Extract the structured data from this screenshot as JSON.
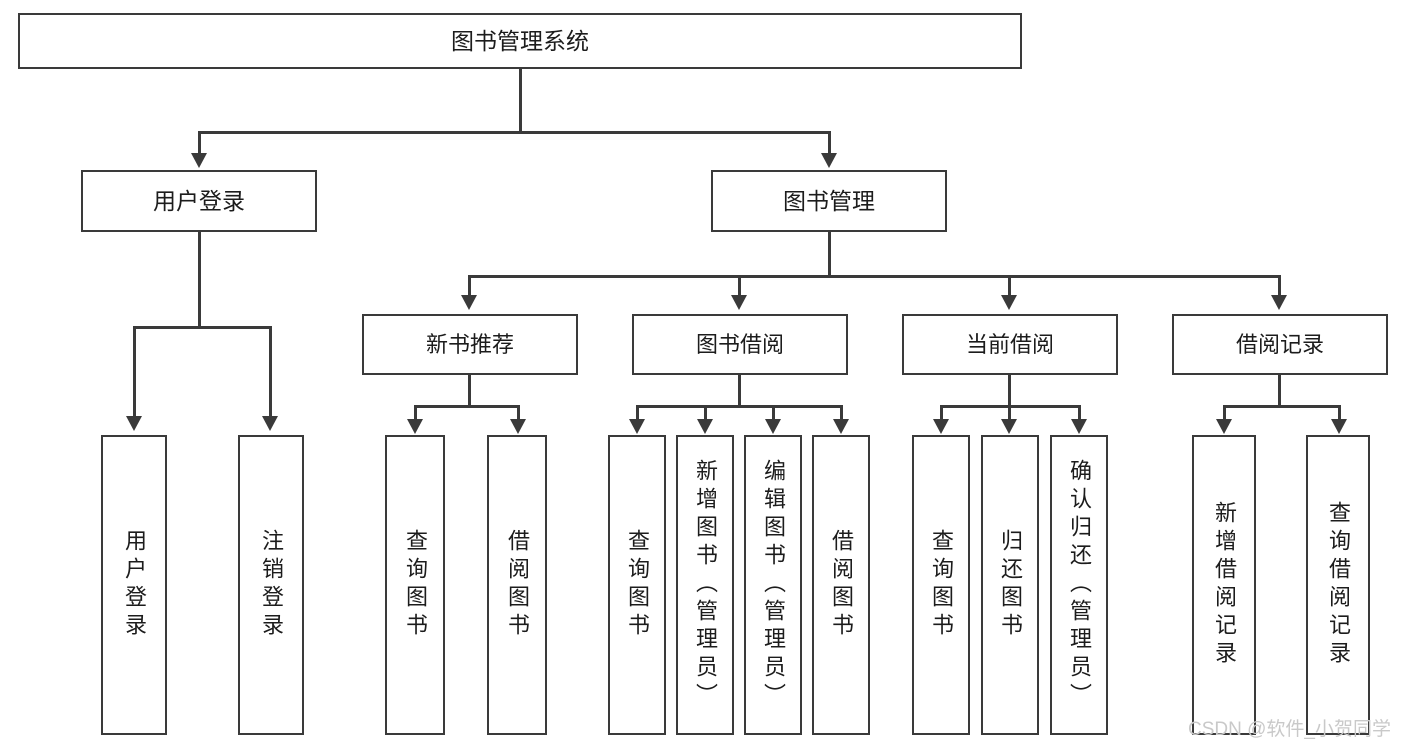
{
  "diagram": {
    "title": "图书管理系统",
    "root": {
      "label": "图书管理系统"
    },
    "level2": [
      {
        "label": "用户登录"
      },
      {
        "label": "图书管理"
      }
    ],
    "level3": [
      {
        "label": "新书推荐"
      },
      {
        "label": "图书借阅"
      },
      {
        "label": "当前借阅"
      },
      {
        "label": "借阅记录"
      }
    ],
    "leaves": {
      "user_login": [
        {
          "label": "用户登录"
        },
        {
          "label": "注销登录"
        }
      ],
      "new_book_recommend": [
        {
          "label": "查询图书"
        },
        {
          "label": "借阅图书"
        }
      ],
      "book_borrow": [
        {
          "label": "查询图书"
        },
        {
          "label": "新增图书（管理员）"
        },
        {
          "label": "编辑图书（管理员）"
        },
        {
          "label": "借阅图书"
        }
      ],
      "current_borrow": [
        {
          "label": "查询图书"
        },
        {
          "label": "归还图书"
        },
        {
          "label": "确认归还（管理员）"
        }
      ],
      "borrow_record": [
        {
          "label": "新增借阅记录"
        },
        {
          "label": "查询借阅记录"
        }
      ]
    }
  },
  "watermark": {
    "text": "CSDN @软件_小贺同学"
  },
  "colors": {
    "stroke": "#3a3a3a",
    "text": "#1c1c1c",
    "background": "#ffffff",
    "watermark": "#c9c9c9"
  }
}
